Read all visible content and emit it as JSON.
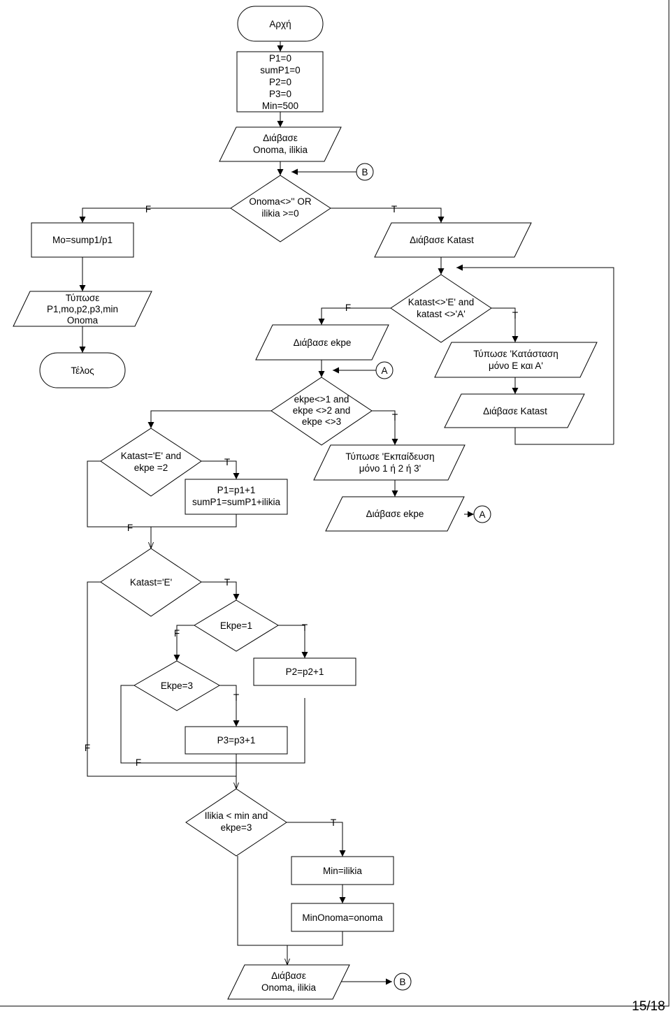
{
  "nodes": {
    "start": "Αρχή",
    "init": [
      "P1=0",
      "sumP1=0",
      "P2=0",
      "P3=0",
      "Min=500"
    ],
    "read1": [
      "Διάβασε",
      "Onoma, ilikia"
    ],
    "cond1": [
      "Onoma<>'' OR",
      "ilikia >=0"
    ],
    "mo": "Mo=sump1/p1",
    "readKatast1": "Διάβασε Katast",
    "print1": [
      "Τύπωσε",
      "P1,mo,p2,p3,min",
      "Onoma"
    ],
    "end": "Τέλος",
    "condKatast": [
      "Katast<>'E' and",
      "katast <>'A'"
    ],
    "printKatast": [
      "Τύπωσε 'Κατάσταση",
      "μόνο Ε και Α'"
    ],
    "readKatast2": "Διάβασε Katast",
    "readEkpe1": "Διάβασε ekpe",
    "condEkpe": [
      "ekpe<>1 and",
      "ekpe <>2 and",
      "ekpe <>3"
    ],
    "printEkpe": [
      "Τύπωσε 'Εκπαίδευση",
      "μόνο 1 ή 2 ή 3'"
    ],
    "readEkpe2": "Διάβασε ekpe",
    "cond3": [
      "Katast='E' and",
      "ekpe =2"
    ],
    "p1inc": [
      "P1=p1+1",
      "sumP1=sumP1+ilikia"
    ],
    "cond4": "Katast='E'",
    "cond5": "Ekpe=1",
    "p2inc": "P2=p2+1",
    "cond6": "Ekpe=3",
    "p3inc": "P3=p3+1",
    "cond7": [
      "Ilikia < min and",
      "ekpe=3"
    ],
    "minset": "Min=ilikia",
    "minonoma": "MinOnoma=onoma",
    "read3": [
      "Διάβασε",
      "Onoma, ilikia"
    ]
  },
  "connectors": {
    "a1": "A",
    "a2": "A",
    "b1": "B",
    "b2": "B"
  },
  "edge_labels": {
    "c1_false": "F",
    "c1_true": "T",
    "ck_false": "F",
    "ck_true": "T",
    "ce_true": "T",
    "c3_true": "T",
    "c3_false": "F",
    "c4_true": "T",
    "c4_false": "F",
    "c5_false": "F",
    "c5_true": "T",
    "c6_true": "T",
    "c6_false": "F",
    "c7_true": "T"
  },
  "page_number": "15/18"
}
